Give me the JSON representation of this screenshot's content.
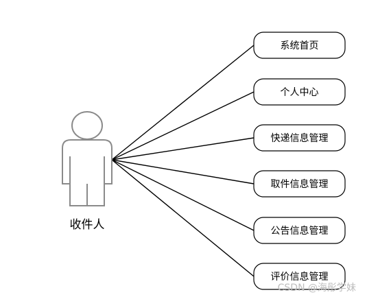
{
  "actor": {
    "label": "收件人"
  },
  "use_cases": [
    {
      "label": "系统首页"
    },
    {
      "label": "个人中心"
    },
    {
      "label": "快递信息管理"
    },
    {
      "label": "取件信息管理"
    },
    {
      "label": "公告信息管理"
    },
    {
      "label": "评价信息管理"
    }
  ],
  "watermark": "CSDN @海彤学妹",
  "colors": {
    "stroke": "#000000",
    "actor_stroke": "#8a8a8a",
    "watermark": "#bdbdbd"
  }
}
